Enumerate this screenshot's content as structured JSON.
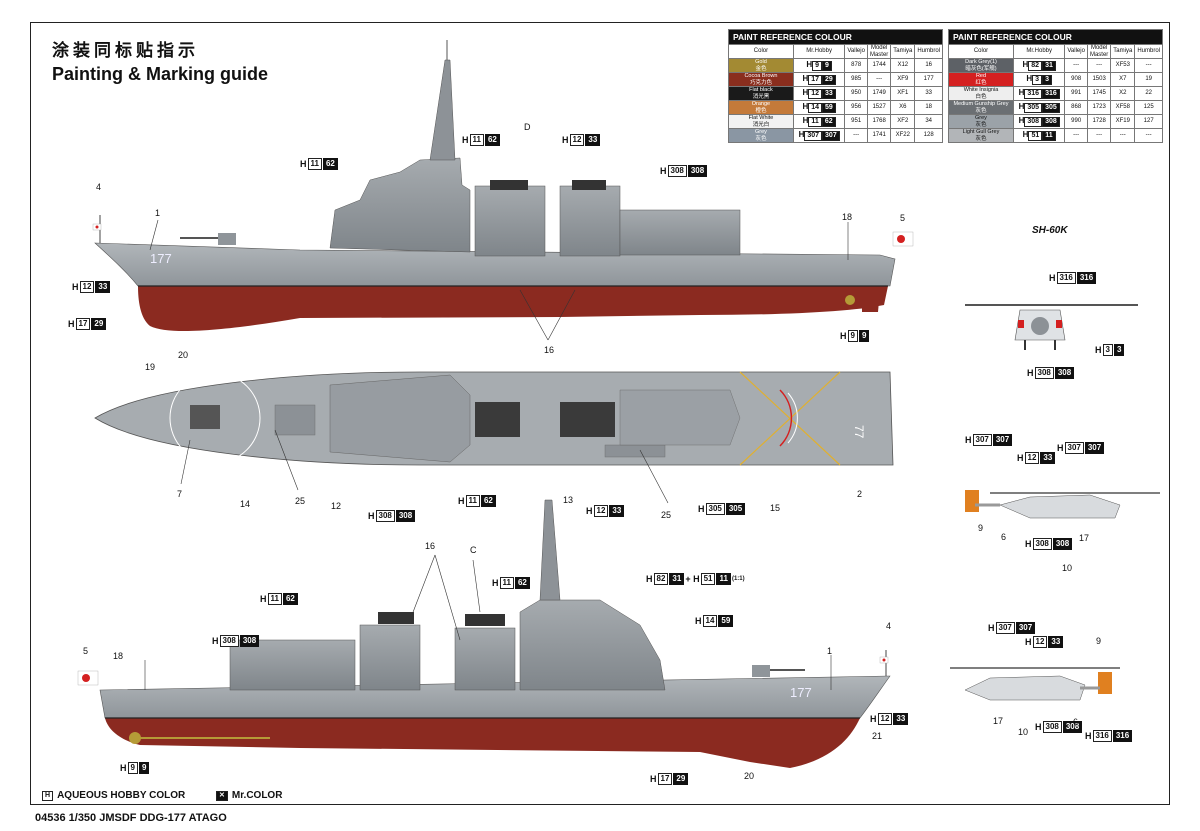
{
  "title_cn": "涂装同标贴指示",
  "title_en": "Painting & Marking guide",
  "footer": "04536   1/350 JMSDF DDG-177 ATAGO",
  "legend": {
    "aqueous_box": "H",
    "aqueous_label": "AQUEOUS HOBBY COLOR",
    "mr_box": "✕",
    "mr_label": "Mr.COLOR"
  },
  "paint_tables": [
    {
      "title": "PAINT REFERENCE COLOUR",
      "headers": [
        "Color",
        "Mr.Hobby",
        "Vallejo",
        "Model Master",
        "Tamiya",
        "Humbrol"
      ],
      "rows": [
        {
          "name": "Gold",
          "cn": "金色",
          "color": "#a38a33",
          "h": "9",
          "m": "9",
          "vallejo": "878",
          "mm": "1744",
          "tamiya": "X12",
          "humbrol": "16"
        },
        {
          "name": "Cocoa Brown",
          "cn": "巧克力色",
          "color": "#8a2e1e",
          "h": "17",
          "m": "29",
          "vallejo": "985",
          "mm": "---",
          "tamiya": "XF9",
          "humbrol": "177"
        },
        {
          "name": "Flat black",
          "cn": "消光黑",
          "color": "#1a1a1a",
          "h": "12",
          "m": "33",
          "vallejo": "950",
          "mm": "1749",
          "tamiya": "XF1",
          "humbrol": "33"
        },
        {
          "name": "Orange",
          "cn": "橙色",
          "color": "#c47a3a",
          "h": "14",
          "m": "59",
          "vallejo": "956",
          "mm": "1527",
          "tamiya": "X6",
          "humbrol": "18"
        },
        {
          "name": "Flat White",
          "cn": "消光白",
          "color": "#f2f2f2",
          "h": "11",
          "m": "62",
          "vallejo": "951",
          "mm": "1768",
          "tamiya": "XF2",
          "humbrol": "34"
        },
        {
          "name": "Grey",
          "cn": "灰色",
          "color": "#8a96a3",
          "h": "307",
          "m": "307",
          "vallejo": "---",
          "mm": "1741",
          "tamiya": "XF22",
          "humbrol": "128"
        }
      ]
    },
    {
      "title": "PAINT REFERENCE COLOUR",
      "headers": [
        "Color",
        "Mr.Hobby",
        "Vallejo",
        "Model Master",
        "Tamiya",
        "Humbrol"
      ],
      "rows": [
        {
          "name": "Dark Grey(1)",
          "cn": "暗灰色(军舰)",
          "color": "#5d6166",
          "h": "82",
          "m": "31",
          "vallejo": "---",
          "mm": "---",
          "tamiya": "XF53",
          "humbrol": "---"
        },
        {
          "name": "Red",
          "cn": "红色",
          "color": "#d42020",
          "h": "3",
          "m": "3",
          "vallejo": "908",
          "mm": "1503",
          "tamiya": "X7",
          "humbrol": "19"
        },
        {
          "name": "White Insignia",
          "cn": "白色",
          "color": "#eeeeee",
          "h": "316",
          "m": "316",
          "vallejo": "991",
          "mm": "1745",
          "tamiya": "X2",
          "humbrol": "22"
        },
        {
          "name": "Medium Gunship Grey",
          "cn": "灰色",
          "color": "#6b6f73",
          "h": "305",
          "m": "305",
          "vallejo": "868",
          "mm": "1723",
          "tamiya": "XF58",
          "humbrol": "125"
        },
        {
          "name": "Grey",
          "cn": "灰色",
          "color": "#9ba2a8",
          "h": "308",
          "m": "308",
          "vallejo": "990",
          "mm": "1728",
          "tamiya": "XF19",
          "humbrol": "127"
        },
        {
          "name": "Light Gull Grey",
          "cn": "灰色",
          "color": "#b2b5b8",
          "h": "51",
          "m": "11",
          "vallejo": "---",
          "mm": "---",
          "tamiya": "---",
          "humbrol": "---"
        }
      ]
    }
  ],
  "heli_title": "SH-60K",
  "ship": {
    "hull_color": "#9aa0a5",
    "bottom_color": "#8b2a20",
    "deck_color": "#a7acb0",
    "hull_number": "177"
  },
  "callouts": [
    {
      "id": "c1",
      "h": "11",
      "m": "62"
    },
    {
      "id": "c2",
      "h": "11",
      "m": "62"
    },
    {
      "id": "c3",
      "h": "12",
      "m": "33"
    },
    {
      "id": "c4",
      "h": "308",
      "m": "308"
    },
    {
      "id": "c5",
      "h": "12",
      "m": "33"
    },
    {
      "id": "c6",
      "h": "17",
      "m": "29"
    },
    {
      "id": "c7",
      "h": "9",
      "m": "9"
    },
    {
      "id": "c8",
      "h": "11",
      "m": "62"
    },
    {
      "id": "c9",
      "h": "308",
      "m": "308"
    },
    {
      "id": "c10",
      "h": "12",
      "m": "33"
    },
    {
      "id": "c11",
      "h": "305",
      "m": "305"
    },
    {
      "id": "c12",
      "h": "11",
      "m": "62"
    },
    {
      "id": "c13",
      "h": "11",
      "m": "62"
    },
    {
      "id": "c14",
      "h": "82",
      "m": "31",
      "extra_h": "51",
      "extra_m": "11",
      "note": "(1:1)"
    },
    {
      "id": "c15",
      "h": "308",
      "m": "308"
    },
    {
      "id": "c16",
      "h": "14",
      "m": "59"
    },
    {
      "id": "c17",
      "h": "12",
      "m": "33"
    },
    {
      "id": "c18",
      "h": "9",
      "m": "9"
    },
    {
      "id": "c19",
      "h": "17",
      "m": "29"
    },
    {
      "id": "h1",
      "h": "316",
      "m": "316"
    },
    {
      "id": "h2",
      "h": "3",
      "m": "3"
    },
    {
      "id": "h3",
      "h": "308",
      "m": "308"
    },
    {
      "id": "h4",
      "h": "307",
      "m": "307"
    },
    {
      "id": "h5",
      "h": "12",
      "m": "33"
    },
    {
      "id": "h6",
      "h": "307",
      "m": "307"
    },
    {
      "id": "h7",
      "h": "308",
      "m": "308"
    },
    {
      "id": "h8",
      "h": "307",
      "m": "307"
    },
    {
      "id": "h9",
      "h": "12",
      "m": "33"
    },
    {
      "id": "h10",
      "h": "308",
      "m": "308"
    },
    {
      "id": "h11",
      "h": "316",
      "m": "316"
    }
  ],
  "numbers": {
    "n4a": "4",
    "n1a": "1",
    "n18a": "18",
    "n5a": "5",
    "n19": "19",
    "n20a": "20",
    "n16a": "16",
    "nD": "D",
    "n7": "7",
    "n14": "14",
    "n25a": "25",
    "n12": "12",
    "n13": "13",
    "n25b": "25",
    "n15": "15",
    "n2": "2",
    "n16b": "16",
    "nC": "C",
    "n5b": "5",
    "n18b": "18",
    "n4b": "4",
    "n1b": "1",
    "n21": "21",
    "n20b": "20",
    "n9a": "9",
    "n6a": "6",
    "n17a": "17",
    "n10a": "10",
    "n9b": "9",
    "n17b": "17",
    "n10b": "10",
    "n6b": "6"
  }
}
